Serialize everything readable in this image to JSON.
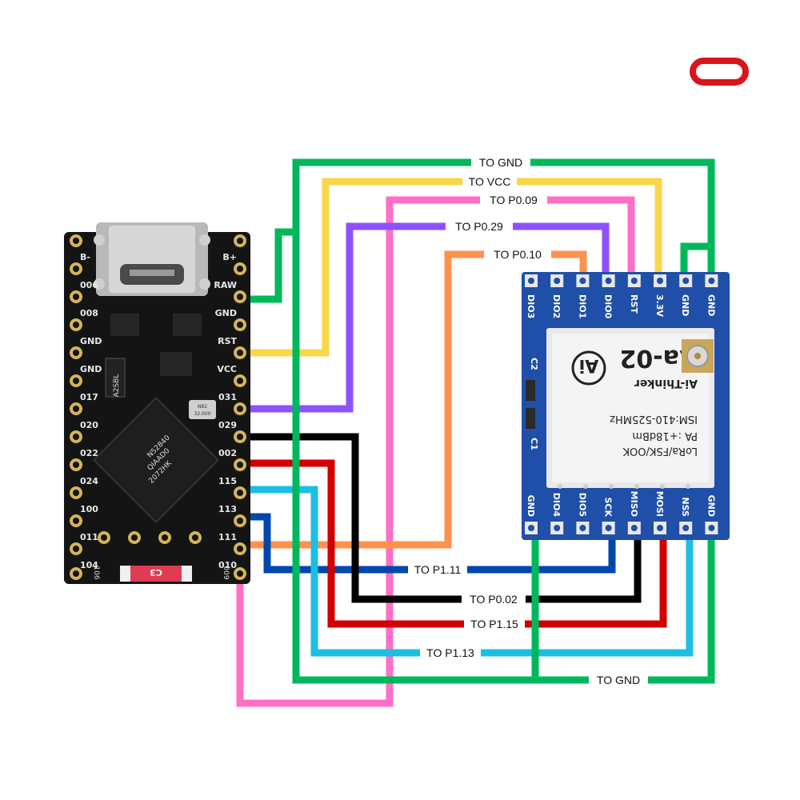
{
  "logo": {
    "name": "brand-logo-icon",
    "color": "#d9141a"
  },
  "colors": {
    "green": "#00b85c",
    "yellow": "#f9d64a",
    "pink": "#ff6ec7",
    "purple": "#8c52ff",
    "orange": "#ff914d",
    "black": "#000000",
    "red": "#d10000",
    "cyan": "#1cbee3",
    "blue": "#0047ab"
  },
  "wire_labels": {
    "gnd_top": "TO GND",
    "vcc": "TO VCC",
    "p009": "TO P0.09",
    "p029": "TO P0.29",
    "p010": "TO P0.10",
    "p111": "TO P1.11",
    "p002": "TO P0.02",
    "p115": "TO P1.15",
    "p113": "TO P1.13",
    "gnd_bottom": "TO GND"
  },
  "mcu_board": {
    "left_pins": [
      "B-",
      "006",
      "008",
      "GND",
      "GND",
      "017",
      "020",
      "022",
      "024",
      "100",
      "011",
      "104"
    ],
    "right_pins": [
      "B+",
      "RAW",
      "GND",
      "RST",
      "VCC",
      "031",
      "029",
      "002",
      "115",
      "113",
      "111",
      "010"
    ],
    "bottom_pins": [
      "106",
      "009"
    ],
    "chip_text": [
      "N52840",
      "QIAAD0",
      "2072HK"
    ],
    "reg_text": "A2SBL",
    "crystal_text": [
      "32.000",
      "N82"
    ],
    "tag_text": "C3"
  },
  "lora_module": {
    "top_pins": [
      "DIO3",
      "DIO2",
      "DIO1",
      "DIO0",
      "RST",
      "3.3V",
      "GND",
      "GND"
    ],
    "bottom_pins": [
      "GND",
      "DIO4",
      "DIO5",
      "SCK",
      "MISO",
      "MOSI",
      "NSS",
      "GND"
    ],
    "side_labels": [
      "C2",
      "C1"
    ],
    "shield_lines": [
      "LoRa/FSK/OOK",
      "PA :+18dBm",
      "ISM:410-525MHz"
    ],
    "brand": "Ai-Thinker",
    "model": "Ra-02"
  }
}
